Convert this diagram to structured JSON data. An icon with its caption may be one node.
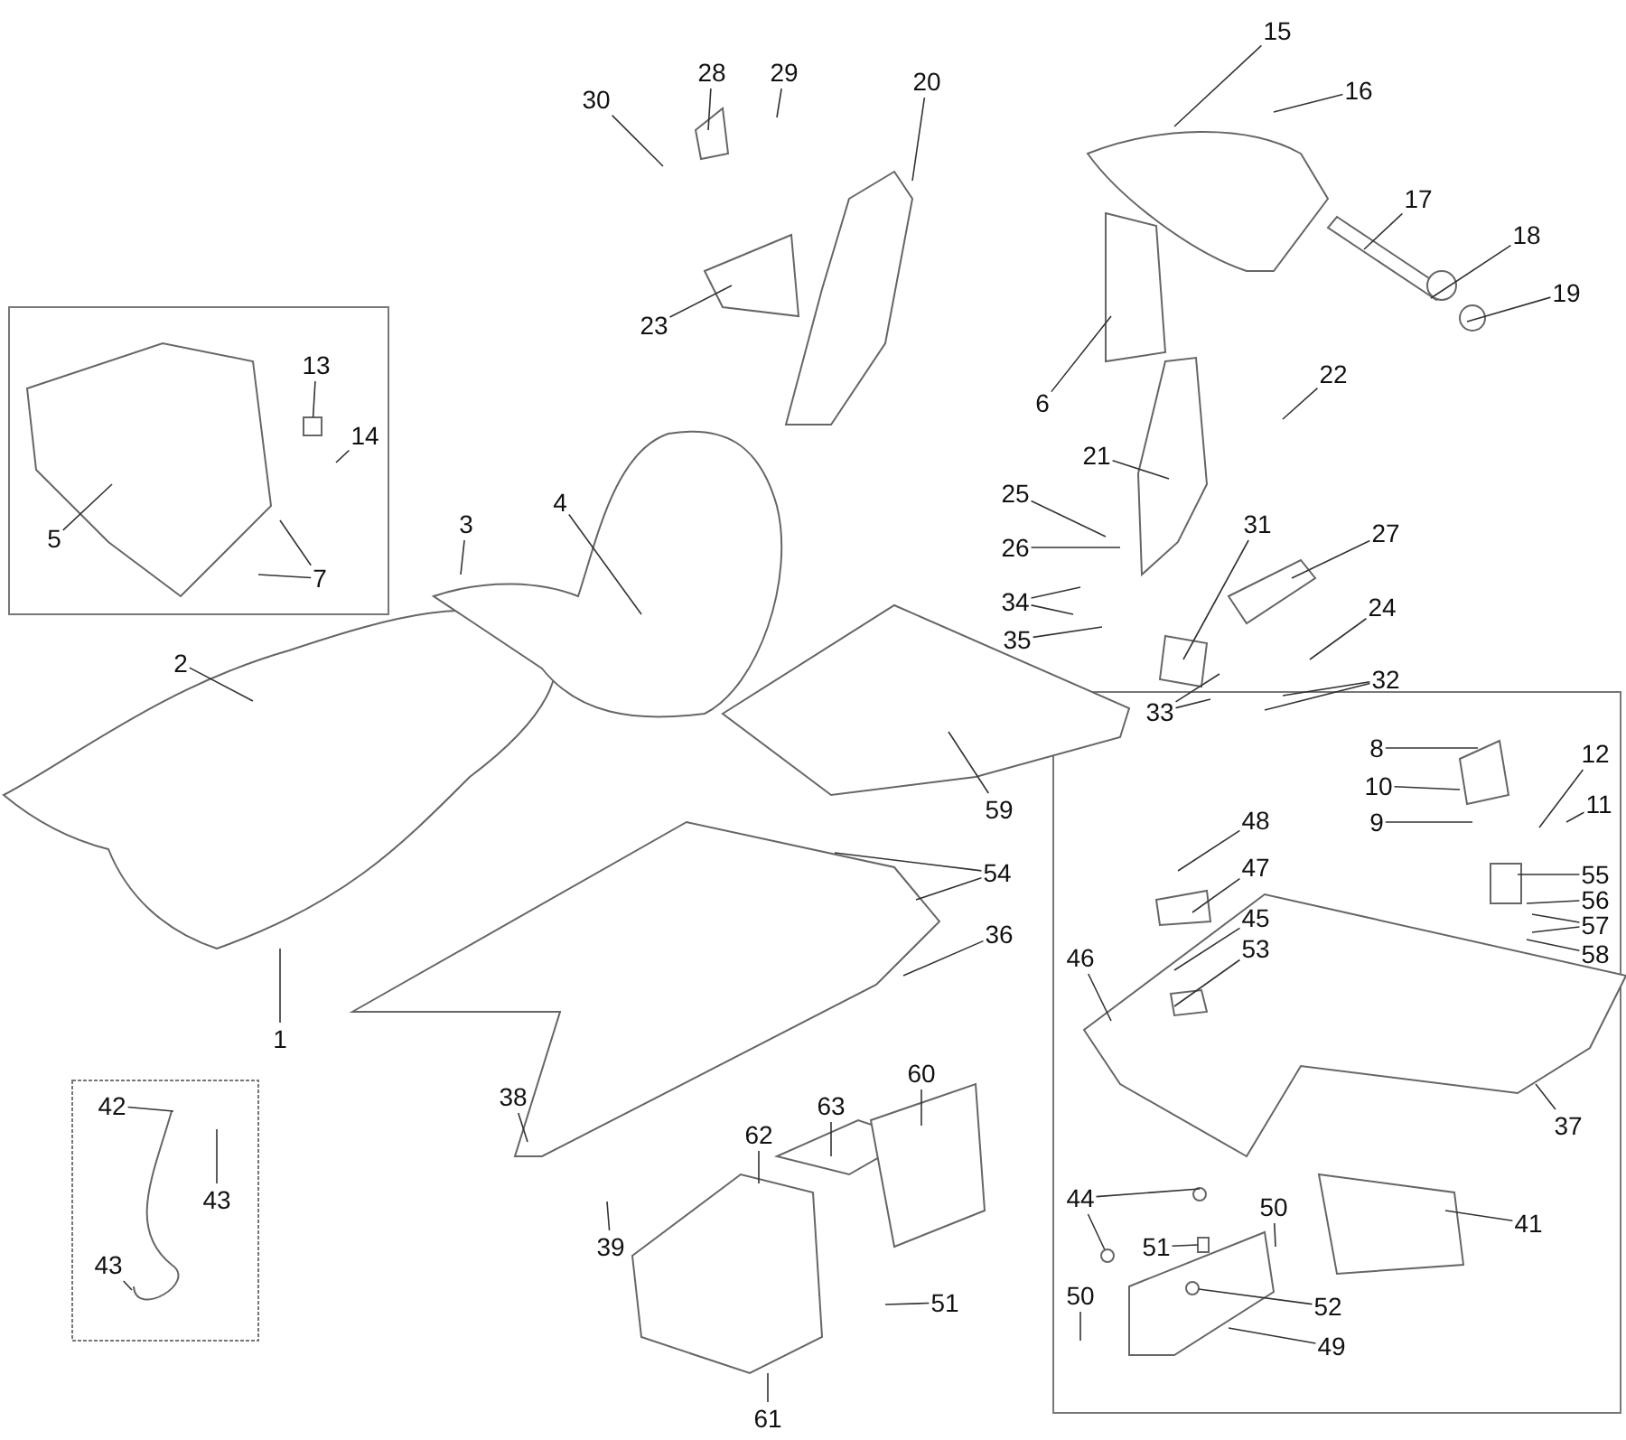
{
  "diagram": {
    "nodes": [
      {
        "text": [
          "28"
        ]
      },
      {
        "text": [
          "29"
        ]
      },
      {
        "text": [
          "30"
        ]
      },
      {
        "text": [
          "20"
        ]
      },
      {
        "text": [
          "15"
        ]
      },
      {
        "text": [
          "16"
        ]
      },
      {
        "text": [
          "17"
        ]
      },
      {
        "text": [
          "18"
        ]
      },
      {
        "text": [
          "19"
        ]
      },
      {
        "text": [
          "23"
        ]
      },
      {
        "text": [
          "6"
        ]
      },
      {
        "text": [
          "22"
        ]
      },
      {
        "text": [
          "13"
        ]
      },
      {
        "text": [
          "14"
        ]
      },
      {
        "text": [
          "5"
        ]
      },
      {
        "text": [
          "7"
        ]
      },
      {
        "text": [
          "3"
        ]
      },
      {
        "text": [
          "4"
        ]
      },
      {
        "text": [
          "21"
        ]
      },
      {
        "text": [
          "25"
        ]
      },
      {
        "text": [
          "26"
        ]
      },
      {
        "text": [
          "31"
        ]
      },
      {
        "text": [
          "27"
        ]
      },
      {
        "text": [
          "34"
        ]
      },
      {
        "text": [
          "35"
        ]
      },
      {
        "text": [
          "24"
        ]
      },
      {
        "text": [
          "32"
        ]
      },
      {
        "text": [
          "33"
        ]
      },
      {
        "text": [
          "2"
        ]
      },
      {
        "text": [
          "59"
        ]
      },
      {
        "text": [
          "54"
        ]
      },
      {
        "text": [
          "36"
        ]
      },
      {
        "text": [
          "1"
        ]
      },
      {
        "text": [
          "8"
        ]
      },
      {
        "text": [
          "10"
        ]
      },
      {
        "text": [
          "9"
        ]
      },
      {
        "text": [
          "12"
        ]
      },
      {
        "text": [
          "11"
        ]
      },
      {
        "text": [
          "48"
        ]
      },
      {
        "text": [
          "47"
        ]
      },
      {
        "text": [
          "45"
        ]
      },
      {
        "text": [
          "53"
        ]
      },
      {
        "text": [
          "46"
        ]
      },
      {
        "text": [
          "55"
        ]
      },
      {
        "text": [
          "56"
        ]
      },
      {
        "text": [
          "57"
        ]
      },
      {
        "text": [
          "58"
        ]
      },
      {
        "text": [
          "37"
        ]
      },
      {
        "text": [
          "38"
        ]
      },
      {
        "text": [
          "60"
        ]
      },
      {
        "text": [
          "63"
        ]
      },
      {
        "text": [
          "62"
        ]
      },
      {
        "text": [
          "42"
        ]
      },
      {
        "text": [
          "43"
        ]
      },
      {
        "text": [
          "43"
        ]
      },
      {
        "text": [
          "39"
        ]
      },
      {
        "text": [
          "61"
        ]
      },
      {
        "text": [
          "44"
        ]
      },
      {
        "text": [
          "51"
        ]
      },
      {
        "text": [
          "50"
        ]
      },
      {
        "text": [
          "41"
        ]
      },
      {
        "text": [
          "51"
        ]
      },
      {
        "text": [
          "52"
        ]
      },
      {
        "text": [
          "49"
        ]
      },
      {
        "text": [
          "50"
        ]
      },
      {
        "text": [],
        "shape": "box"
      },
      {
        "text": [],
        "shape": "circle"
      },
      {
        "text": [],
        "shape": "circle"
      }
    ],
    "edges": [
      {
        "from": 0,
        "to": null,
        "arrow": "none"
      },
      {
        "from": 1,
        "to": null,
        "arrow": "none"
      },
      {
        "from": 2,
        "to": null,
        "arrow": "none"
      },
      {
        "from": 3,
        "to": null,
        "arrow": "none"
      },
      {
        "from": 4,
        "to": null,
        "arrow": "none"
      },
      {
        "from": 5,
        "to": null,
        "arrow": "none"
      },
      {
        "from": 6,
        "to": null,
        "arrow": "none"
      },
      {
        "from": 7,
        "to": null,
        "arrow": "none"
      },
      {
        "from": 8,
        "to": null,
        "arrow": "none"
      },
      {
        "from": 9,
        "to": null,
        "arrow": "none"
      },
      {
        "from": 10,
        "to": null,
        "arrow": "none"
      },
      {
        "from": 11,
        "to": null,
        "arrow": "none"
      },
      {
        "from": 12,
        "to": 65,
        "arrow": "none"
      },
      {
        "from": 13,
        "to": null,
        "arrow": "none"
      },
      {
        "from": 14,
        "to": null,
        "arrow": "none"
      },
      {
        "from": 15,
        "to": null,
        "arrow": "none"
      },
      {
        "from": 15,
        "to": null,
        "arrow": "none"
      },
      {
        "from": 16,
        "to": null,
        "arrow": "none"
      },
      {
        "from": 17,
        "to": null,
        "arrow": "none"
      },
      {
        "from": 18,
        "to": null,
        "arrow": "none"
      },
      {
        "from": 19,
        "to": null,
        "arrow": "none"
      },
      {
        "from": 20,
        "to": null,
        "arrow": "none"
      },
      {
        "from": 21,
        "to": null,
        "arrow": "none"
      },
      {
        "from": 22,
        "to": null,
        "arrow": "none"
      },
      {
        "from": 23,
        "to": null,
        "arrow": "none"
      },
      {
        "from": 23,
        "to": null,
        "arrow": "none"
      },
      {
        "from": 24,
        "to": null,
        "arrow": "none"
      },
      {
        "from": 25,
        "to": null,
        "arrow": "none"
      },
      {
        "from": 26,
        "to": null,
        "arrow": "none"
      },
      {
        "from": 26,
        "to": null,
        "arrow": "none"
      },
      {
        "from": 27,
        "to": null,
        "arrow": "none"
      },
      {
        "from": 27,
        "to": null,
        "arrow": "none"
      },
      {
        "from": 28,
        "to": null,
        "arrow": "none"
      },
      {
        "from": 29,
        "to": null,
        "arrow": "none"
      },
      {
        "from": 30,
        "to": null,
        "arrow": "none"
      },
      {
        "from": 30,
        "to": null,
        "arrow": "none"
      },
      {
        "from": 31,
        "to": null,
        "arrow": "none"
      },
      {
        "from": 32,
        "to": null,
        "arrow": "none"
      },
      {
        "from": 33,
        "to": null,
        "arrow": "none"
      },
      {
        "from": 34,
        "to": null,
        "arrow": "none"
      },
      {
        "from": 35,
        "to": null,
        "arrow": "none"
      },
      {
        "from": 36,
        "to": null,
        "arrow": "none"
      },
      {
        "from": 37,
        "to": null,
        "arrow": "none"
      },
      {
        "from": 38,
        "to": null,
        "arrow": "none"
      },
      {
        "from": 39,
        "to": null,
        "arrow": "none"
      },
      {
        "from": 40,
        "to": null,
        "arrow": "none"
      },
      {
        "from": 41,
        "to": null,
        "arrow": "none"
      },
      {
        "from": 42,
        "to": null,
        "arrow": "none"
      },
      {
        "from": 43,
        "to": null,
        "arrow": "none"
      },
      {
        "from": 44,
        "to": null,
        "arrow": "none"
      },
      {
        "from": 45,
        "to": null,
        "arrow": "none"
      },
      {
        "from": 45,
        "to": null,
        "arrow": "none"
      },
      {
        "from": 46,
        "to": null,
        "arrow": "none"
      },
      {
        "from": 47,
        "to": null,
        "arrow": "none"
      },
      {
        "from": 48,
        "to": null,
        "arrow": "none"
      },
      {
        "from": 49,
        "to": null,
        "arrow": "none"
      },
      {
        "from": 50,
        "to": null,
        "arrow": "none"
      },
      {
        "from": 51,
        "to": null,
        "arrow": "none"
      },
      {
        "from": 52,
        "to": null,
        "arrow": "none"
      },
      {
        "from": 53,
        "to": null,
        "arrow": "none"
      },
      {
        "from": 54,
        "to": null,
        "arrow": "none"
      },
      {
        "from": 55,
        "to": null,
        "arrow": "none"
      },
      {
        "from": 56,
        "to": null,
        "arrow": "none"
      },
      {
        "from": 57,
        "to": null,
        "arrow": "none"
      },
      {
        "from": 57,
        "to": 66,
        "arrow": "none"
      },
      {
        "from": 58,
        "to": null,
        "arrow": "none"
      },
      {
        "from": 59,
        "to": null,
        "arrow": "none"
      },
      {
        "from": 60,
        "to": null,
        "arrow": "none"
      },
      {
        "from": 61,
        "to": null,
        "arrow": "none"
      },
      {
        "from": 62,
        "to": 67,
        "arrow": "none"
      },
      {
        "from": 63,
        "to": null,
        "arrow": "none"
      },
      {
        "from": 64,
        "to": null,
        "arrow": "none"
      }
    ]
  }
}
